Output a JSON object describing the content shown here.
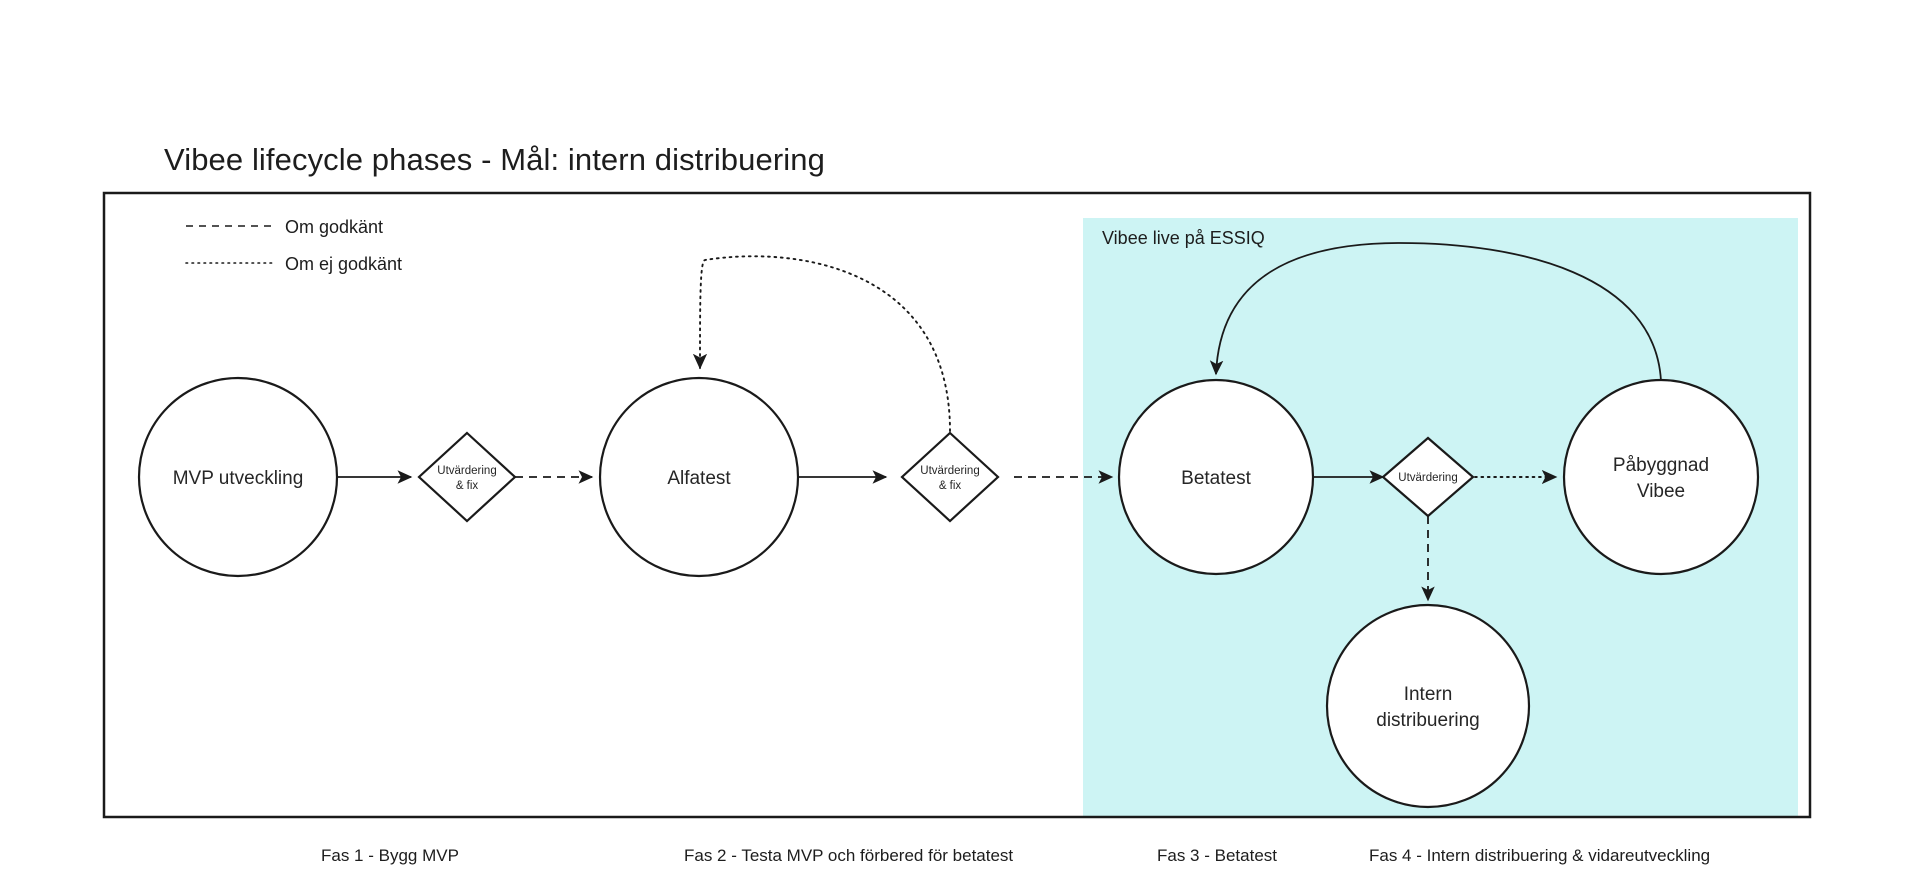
{
  "diagram": {
    "title": "Vibee lifecycle phases - Mål: intern distribuering",
    "colors": {
      "region_fill": "#cdf4f4",
      "border": "#1a1a1a",
      "node_stroke": "#1a1a1a",
      "node_fill": "#ffffff",
      "text": "#262626",
      "background": "#ffffff"
    }
  },
  "legend": {
    "items": [
      {
        "style": "dashed",
        "label": "Om godkänt"
      },
      {
        "style": "dotted",
        "label": "Om ej godkänt"
      }
    ]
  },
  "region": {
    "label": "Vibee live på ESSIQ"
  },
  "nodes": [
    {
      "id": "mvp",
      "label": "MVP utveckling",
      "shape": "circle"
    },
    {
      "id": "gate1",
      "label_line1": "Utvärdering",
      "label_line2": "& fix",
      "shape": "diamond"
    },
    {
      "id": "alfatest",
      "label": "Alfatest",
      "shape": "circle"
    },
    {
      "id": "gate2",
      "label_line1": "Utvärdering",
      "label_line2": "& fix",
      "shape": "diamond"
    },
    {
      "id": "betatest",
      "label": "Betatest",
      "shape": "circle"
    },
    {
      "id": "gate3",
      "label_line1": "Utvärdering",
      "label_line2": "",
      "shape": "diamond"
    },
    {
      "id": "pabyggnad",
      "label_line1": "Påbyggnad",
      "label_line2": "Vibee",
      "shape": "circle"
    },
    {
      "id": "intern",
      "label_line1": "Intern",
      "label_line2": "distribuering",
      "shape": "circle"
    }
  ],
  "phases": [
    {
      "id": "fas1",
      "label": "Fas 1 - Bygg MVP"
    },
    {
      "id": "fas2",
      "label": "Fas 2 - Testa MVP och förbered för betatest"
    },
    {
      "id": "fas3",
      "label": "Fas 3 - Betatest"
    },
    {
      "id": "fas4",
      "label": "Fas 4 - Intern distribuering & vidareutveckling"
    }
  ],
  "edges": [
    {
      "from": "mvp",
      "to": "gate1",
      "style": "solid"
    },
    {
      "from": "gate1",
      "to": "alfatest",
      "style": "dashed"
    },
    {
      "from": "alfatest",
      "to": "gate2",
      "style": "solid"
    },
    {
      "from": "gate2",
      "to": "betatest",
      "style": "dashed"
    },
    {
      "from": "gate2",
      "to": "alfatest",
      "style": "dotted"
    },
    {
      "from": "betatest",
      "to": "gate3",
      "style": "solid"
    },
    {
      "from": "gate3",
      "to": "pabyggnad",
      "style": "dotted"
    },
    {
      "from": "gate3",
      "to": "intern",
      "style": "dashed"
    },
    {
      "from": "pabyggnad",
      "to": "betatest",
      "style": "solid"
    }
  ]
}
